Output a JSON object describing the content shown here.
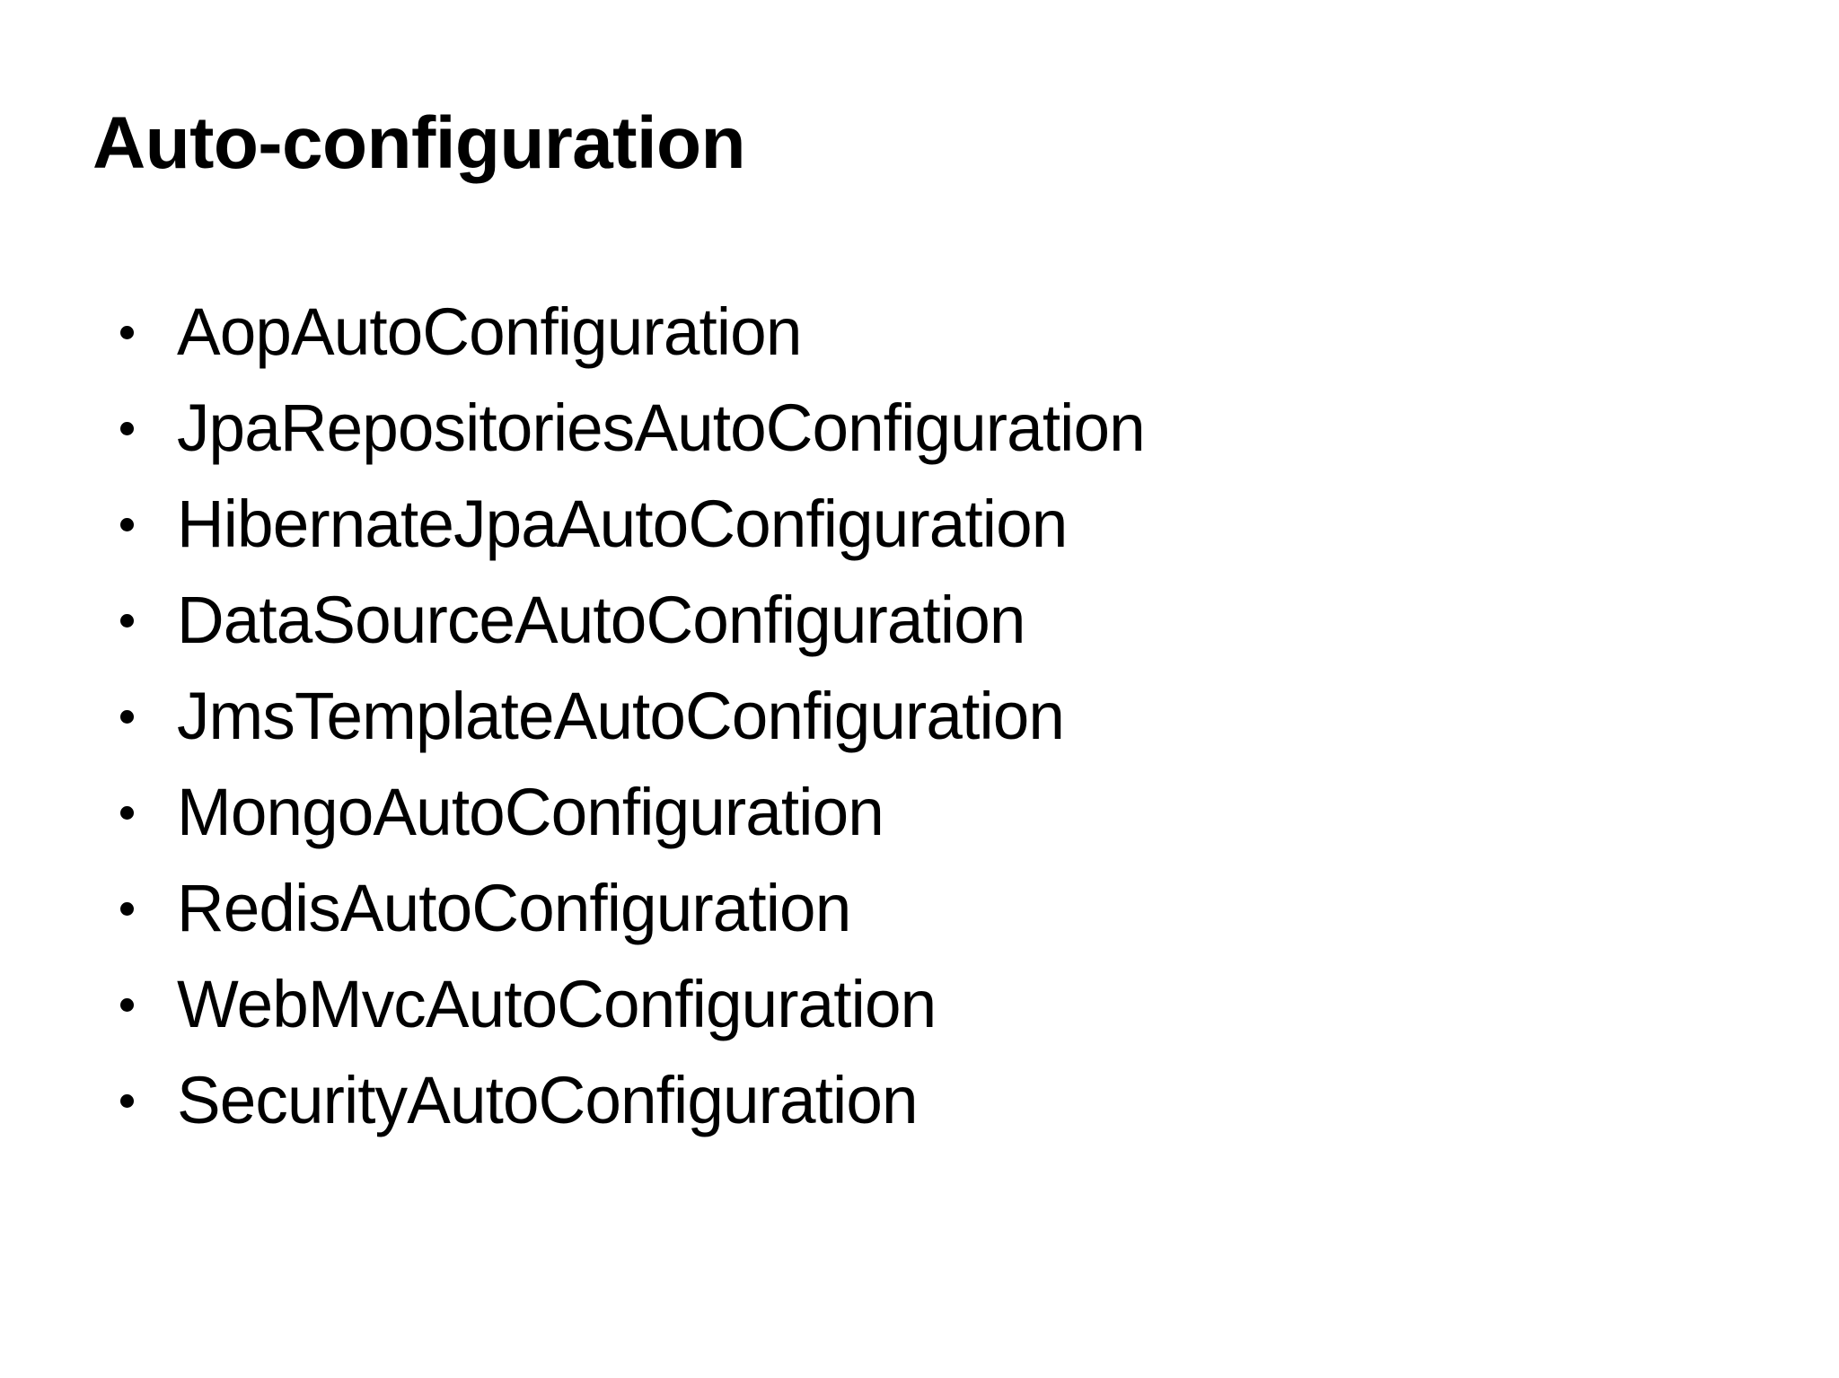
{
  "slide": {
    "title": "Auto-configuration",
    "background_color": "#ffffff",
    "text_color": "#000000",
    "bullet_glyph": "•",
    "items": [
      {
        "label": "AopAutoConfiguration"
      },
      {
        "label": "JpaRepositoriesAutoConfiguration"
      },
      {
        "label": "HibernateJpaAutoConfiguration"
      },
      {
        "label": "DataSourceAutoConfiguration"
      },
      {
        "label": "JmsTemplateAutoConfiguration"
      },
      {
        "label": "MongoAutoConfiguration"
      },
      {
        "label": "RedisAutoConfiguration"
      },
      {
        "label": "WebMvcAutoConfiguration"
      },
      {
        "label": "SecurityAutoConfiguration"
      }
    ]
  }
}
